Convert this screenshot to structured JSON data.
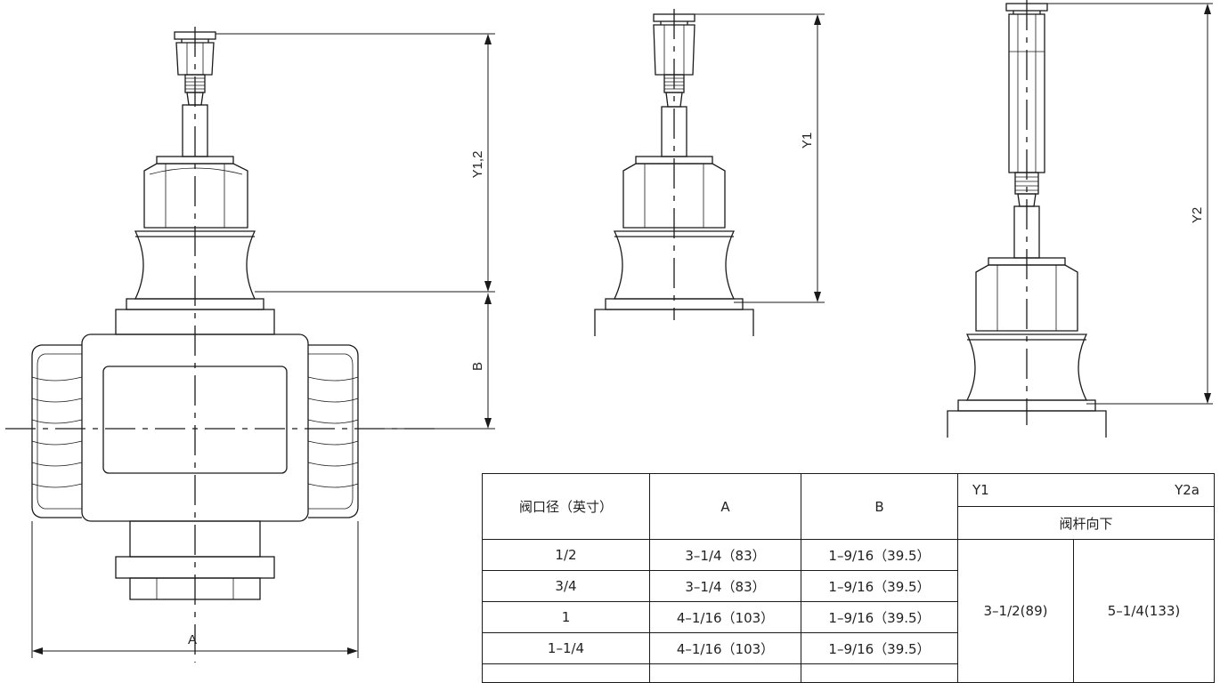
{
  "labels": {
    "y12": "Y1,2",
    "y1": "Y1",
    "y2": "Y2",
    "b": "B",
    "a": "A"
  },
  "table": {
    "headers": {
      "size": "阀口径（英寸）",
      "a": "A",
      "b": "B",
      "y1": "Y1",
      "y2a": "Y2a",
      "stem": "阀杆向下"
    },
    "rows": [
      {
        "size": "1/2",
        "a": "3–1/4（83）",
        "b": "1–9/16（39.5）"
      },
      {
        "size": "3/4",
        "a": "3–1/4（83）",
        "b": "1–9/16（39.5）"
      },
      {
        "size": "1",
        "a": "4–1/16（103）",
        "b": "1–9/16（39.5）"
      },
      {
        "size": "1–1/4",
        "a": "4–1/16（103）",
        "b": "1–9/16（39.5）"
      }
    ],
    "y1_value": "3–1/2(89)",
    "y2a_value": "5–1/4(133)"
  }
}
